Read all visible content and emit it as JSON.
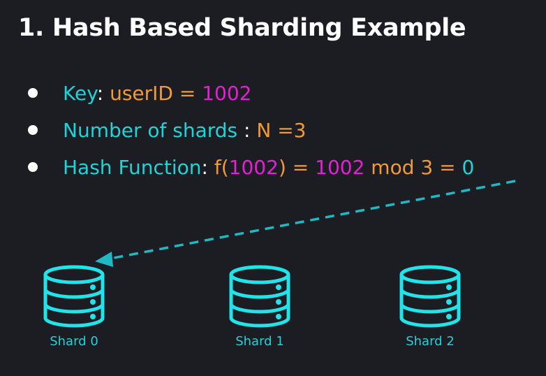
{
  "title": "1. Hash Based Sharding Example",
  "bullets": [
    {
      "term": "Key",
      "sep": ": ",
      "parts": [
        "userID = ",
        "1002"
      ]
    },
    {
      "term": "Number of shards",
      "sep": " : ",
      "parts": [
        "N =3"
      ]
    },
    {
      "term": "Hash Function",
      "sep": ": ",
      "parts": [
        "f(",
        "1002",
        ") = ",
        "1002",
        " mod 3 = ",
        "0"
      ]
    }
  ],
  "shards": [
    {
      "label": "Shard 0",
      "icon": "database-icon"
    },
    {
      "label": "Shard 1",
      "icon": "database-icon"
    },
    {
      "label": "Shard 2",
      "icon": "database-icon"
    }
  ],
  "colors": {
    "background": "#1c1d22",
    "title": "#ffffff",
    "bullet_dot": "#ffffff",
    "term": "#20d3d9",
    "separator": "#ffffff",
    "orange": "#f29a3a",
    "magenta": "#e61fd7",
    "cyan": "#20d3d9",
    "icon": "#20e4ea",
    "arrow": "#1fb8c4",
    "label": "#20d3d9"
  }
}
